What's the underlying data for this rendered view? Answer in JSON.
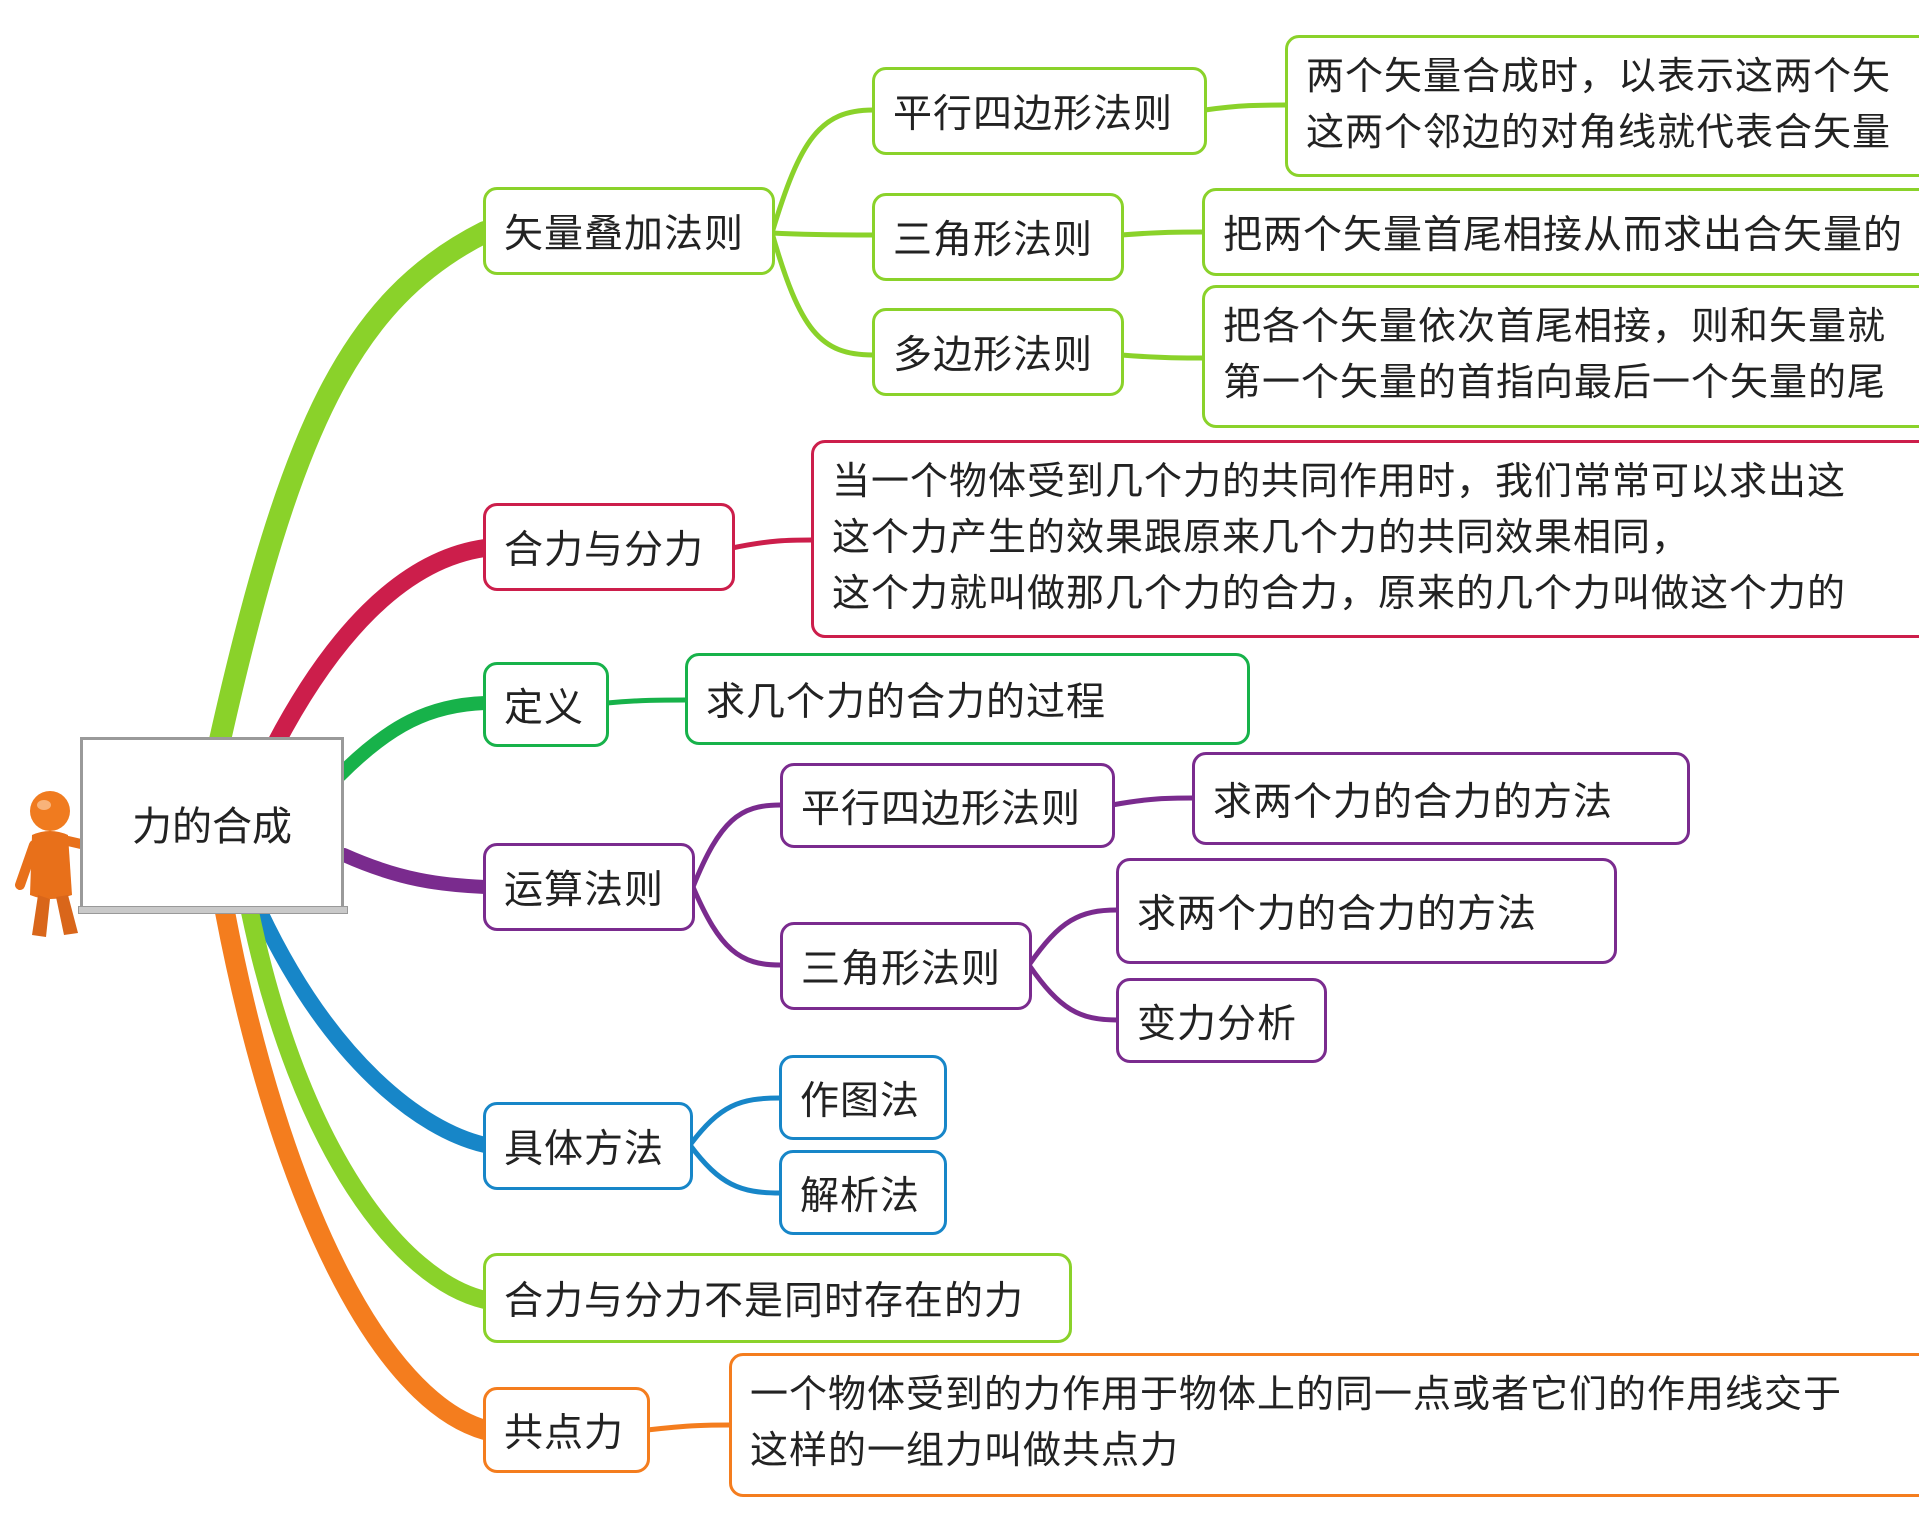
{
  "root": {
    "label": "力的合成"
  },
  "branches": {
    "vector_rules": {
      "label": "矢量叠加法则",
      "parallelogram": {
        "label": "平行四边形法则",
        "desc": "两个矢量合成时，以表示这两个矢\n这两个邻边的对角线就代表合矢量"
      },
      "triangle": {
        "label": "三角形法则",
        "desc": "把两个矢量首尾相接从而求出合矢量的"
      },
      "polygon": {
        "label": "多边形法则",
        "desc": "把各个矢量依次首尾相接，则和矢量就\n第一个矢量的首指向最后一个矢量的尾"
      }
    },
    "resultant": {
      "label": "合力与分力",
      "desc": "当一个物体受到几个力的共同作用时，我们常常可以求出这\n这个力产生的效果跟原来几个力的共同效果相同，\n这个力就叫做那几个力的合力，原来的几个力叫做这个力的"
    },
    "definition": {
      "label": "定义",
      "desc": "求几个力的合力的过程"
    },
    "operation": {
      "label": "运算法则",
      "parallelogram": {
        "label": "平行四边形法则",
        "desc": "求两个力的合力的方法"
      },
      "triangle": {
        "label": "三角形法则",
        "desc": "求两个力的合力的方法",
        "extra": "变力分析"
      }
    },
    "methods": {
      "label": "具体方法",
      "graph": "作图法",
      "analytic": "解析法"
    },
    "not_simultaneous": {
      "label": "合力与分力不是同时存在的力"
    },
    "concurrent": {
      "label": "共点力",
      "desc": "一个物体受到的力作用于物体上的同一点或者它们的作用线交于\n这样的一组力叫做共点力"
    }
  },
  "colors": {
    "green": "#8ad22a",
    "red": "#cc1e4b",
    "dark_green": "#17b24a",
    "purple": "#7a2b8e",
    "blue": "#1786c8",
    "orange": "#f47d1e"
  }
}
